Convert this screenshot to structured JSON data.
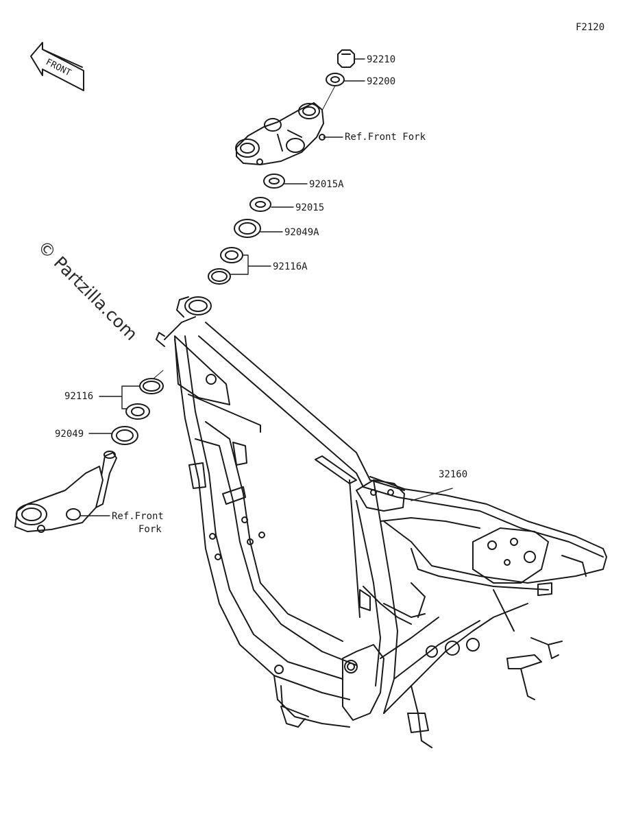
{
  "diagram_code": "F2120",
  "front_arrow_text": "FRONT",
  "watermark": "© Partzilla.com",
  "callouts": {
    "p92210": "92210",
    "p92200": "92200",
    "ref_front_fork_upper": "Ref.Front Fork",
    "p92015A": "92015A",
    "p92015": "92015",
    "p92049A": "92049A",
    "p92116A": "92116A",
    "p92116": "92116",
    "p92049": "92049",
    "ref_front_fork_lower_1": "Ref.Front",
    "ref_front_fork_lower_2": "Fork",
    "p32160": "32160"
  }
}
